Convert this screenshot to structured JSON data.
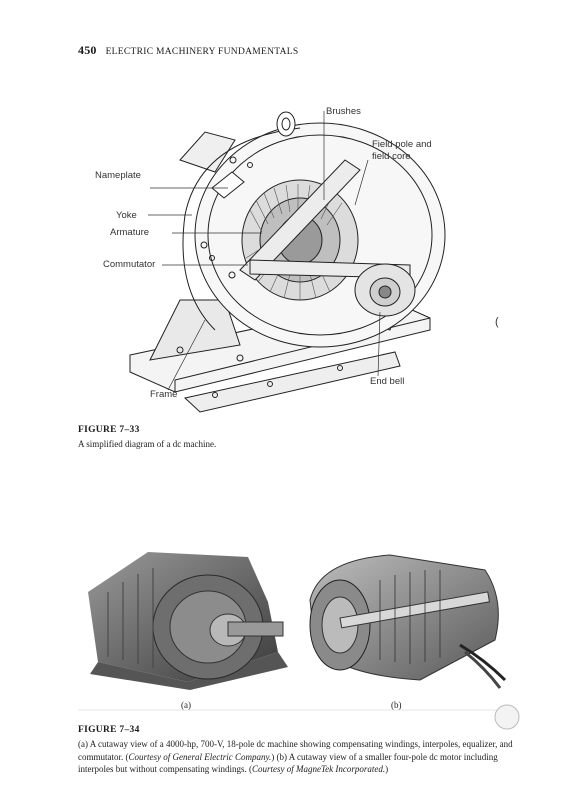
{
  "page_header": {
    "page_number": "450",
    "book_title": "ELECTRIC MACHINERY FUNDAMENTALS"
  },
  "figure_7_33": {
    "labels": {
      "brushes": "Brushes",
      "field_pole_line1": "Field pole and",
      "field_pole_line2": "field core",
      "nameplate": "Nameplate",
      "yoke": "Yoke",
      "armature": "Armature",
      "commutator": "Commutator",
      "end_bell": "End bell",
      "frame": "Frame"
    },
    "caption_number": "FIGURE 7–33",
    "caption_text": "A simplified diagram of a dc machine."
  },
  "figure_7_34": {
    "sublabel_a": "(a)",
    "sublabel_b": "(b)",
    "caption_number": "FIGURE 7–34",
    "caption_part1": "(a) A cutaway view of a 4000-hp, 700-V, 18-pole dc machine showing compensating windings, interpoles, equalizer, and commutator. (",
    "caption_courtesy_a": "Courtesy of General Electric Company.",
    "caption_part2": ") (b) A cutaway view of a smaller four-pole dc motor including interpoles but without compensating windings. (",
    "caption_courtesy_b": "Courtesy of MagneTek Incorporated.",
    "caption_part3": ")"
  },
  "margin_mark": "("
}
